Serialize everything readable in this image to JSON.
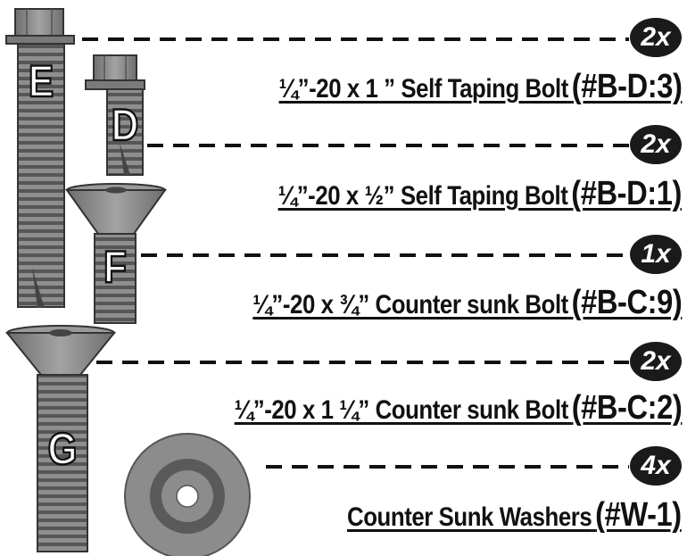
{
  "colors": {
    "ink": "#111111",
    "badge_bg": "#1a1a1a",
    "metal": "#8a8a8a",
    "metal_dark": "#555555",
    "washer_outer": "#8c8c8c",
    "washer_ring": "#5a5a5a"
  },
  "fasteners": [
    {
      "letter": "E",
      "quantity": "2x",
      "description": "¼”-20 x 1 ” Self Taping Bolt",
      "code": "(#B-D:3)"
    },
    {
      "letter": "D",
      "quantity": "2x",
      "description": "¼”-20 x ½” Self Taping Bolt",
      "code": "(#B-D:1)"
    },
    {
      "letter": "F",
      "quantity": "1x",
      "description": "¼”-20 x ¾” Counter sunk Bolt",
      "code": "(#B-C:9)"
    },
    {
      "letter": "G",
      "quantity": "2x",
      "description": "¼”-20 x 1 ¼” Counter sunk Bolt",
      "code": "(#B-C:2)"
    },
    {
      "letter": "",
      "quantity": "4x",
      "description": "Counter Sunk Washers",
      "code": "(#W-1)"
    }
  ]
}
